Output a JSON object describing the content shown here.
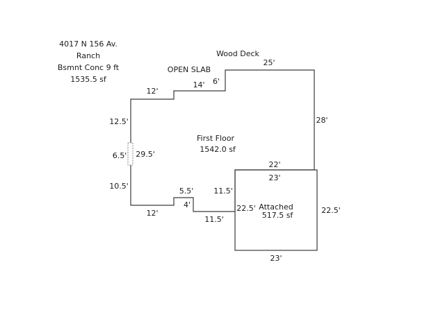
{
  "header": {
    "address": "4017 N 156 Av.",
    "style": "Ranch",
    "basement": "Bsmnt Conc 9 ft",
    "basement_area": "1535.5 sf"
  },
  "labels": {
    "wood_deck": "Wood Deck",
    "open_slab": "OPEN SLAB"
  },
  "first_floor": {
    "name": "First Floor",
    "area": "1542.0 sf"
  },
  "attached": {
    "name": "Attached",
    "area": "517.5 sf"
  },
  "dimensions": {
    "top_right": "25'",
    "right": "28'",
    "step_short": "6'",
    "step_long": "14'",
    "top_left": "12'",
    "left_upper": "12.5'",
    "left_notch": "6.5'",
    "left_total": "29.5'",
    "left_lower": "10.5'",
    "bottom_left": "12'",
    "bump_width": "5.5'",
    "bump_depth": "4'",
    "bottom_mid": "11.5'",
    "inner_vertical": "11.5'",
    "garage_top_inner": "22'",
    "garage_top": "23'",
    "garage_left": "22.5'",
    "garage_right": "22.5'",
    "garage_bottom": "23'"
  }
}
